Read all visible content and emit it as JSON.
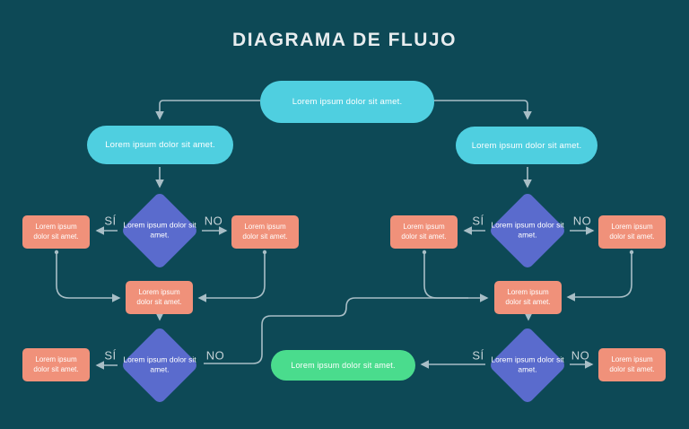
{
  "title": "DIAGRAMA DE FLUJO",
  "branch_labels": {
    "yes": "SÍ",
    "no": "NO"
  },
  "colors": {
    "background": "#0D4956",
    "process_pill": "#4FCFE0",
    "decision_diamond": "#5A6BCD",
    "action_box": "#F0917A",
    "end_pill": "#4ADC8D",
    "connector": "#A8BEC6",
    "title_color": "#E8EDEF",
    "branch_label_color": "#C7D3D7"
  },
  "nodes": {
    "start": {
      "text": "Lorem ipsum dolor sit amet."
    },
    "branch_left": {
      "text": "Lorem ipsum dolor sit amet."
    },
    "branch_right": {
      "text": "Lorem ipsum dolor sit amet."
    },
    "decision_left_1": {
      "text": "Lorem ipsum dolor sit amet."
    },
    "decision_right_1": {
      "text": "Lorem ipsum dolor sit amet."
    },
    "result_left_yes": {
      "text": "Lorem ipsum dolor sit amet."
    },
    "result_left_no": {
      "text": "Lorem ipsum dolor sit amet."
    },
    "result_right_yes": {
      "text": "Lorem ipsum dolor sit amet."
    },
    "result_right_no": {
      "text": "Lorem ipsum dolor sit amet."
    },
    "merge_left": {
      "text": "Lorem ipsum dolor sit amet."
    },
    "merge_right": {
      "text": "Lorem ipsum dolor sit amet."
    },
    "decision_left_2": {
      "text": "Lorem ipsum dolor sit amet."
    },
    "decision_right_2": {
      "text": "Lorem ipsum dolor sit amet."
    },
    "result_left_bottom": {
      "text": "Lorem ipsum dolor sit amet."
    },
    "result_right_bottom": {
      "text": "Lorem ipsum dolor sit amet."
    },
    "end": {
      "text": "Lorem ipsum dolor sit amet."
    }
  }
}
